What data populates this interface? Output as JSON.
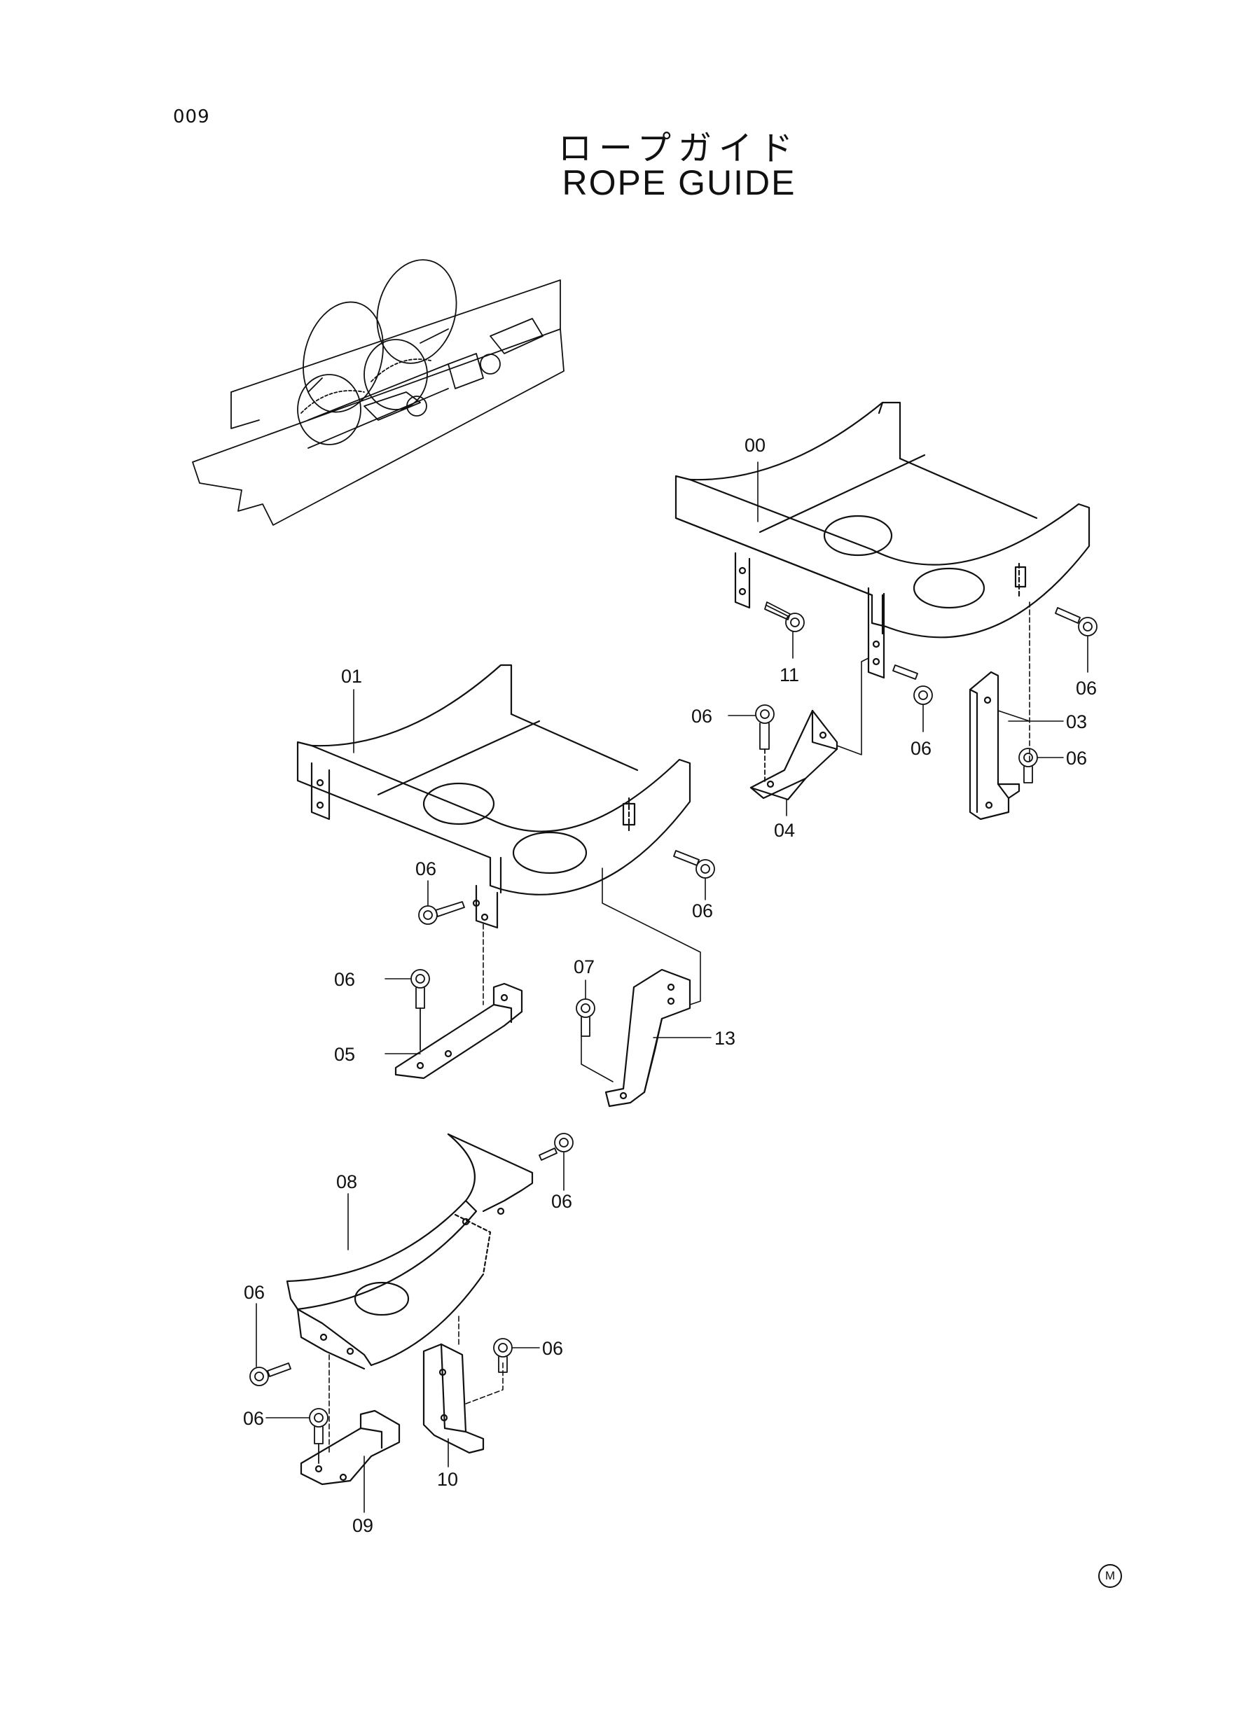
{
  "page_number": "009",
  "title_ja": "ロープガイド",
  "title_en": "ROPE GUIDE",
  "callouts": {
    "c00": "00",
    "c01": "01",
    "c03": "03",
    "c04": "04",
    "c05": "05",
    "c06": "06",
    "c07": "07",
    "c08": "08",
    "c09": "09",
    "c10": "10",
    "c11": "11",
    "c13": "13"
  },
  "corner_mark": "M"
}
